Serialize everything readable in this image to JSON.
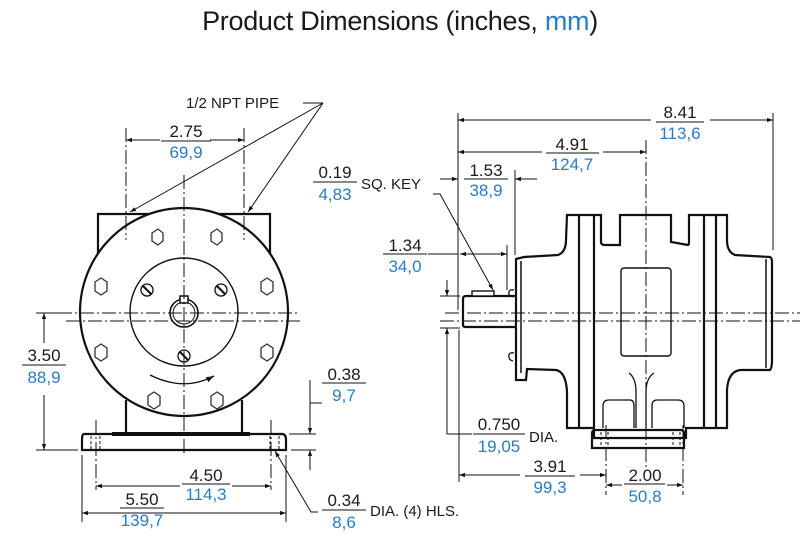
{
  "title": {
    "main": "Product Dimensions (inches, ",
    "unit": "mm",
    "close": ")"
  },
  "front_view": {
    "pipe_label": "1/2 NPT PIPE",
    "dims": {
      "pipe_spacing": {
        "in": "2.75",
        "mm": "69,9"
      },
      "shaft_height": {
        "in": "3.50",
        "mm": "88,9"
      },
      "base_thickness": {
        "in": "0.38",
        "mm": "9,7"
      },
      "hole_spacing": {
        "in": "4.50",
        "mm": "114,3"
      },
      "base_width": {
        "in": "5.50",
        "mm": "139,7"
      },
      "hole_dia": {
        "in": "0.34",
        "mm": "8,6",
        "note": "DIA. (4) HLS."
      }
    }
  },
  "side_view": {
    "dims": {
      "key": {
        "in": "0.19",
        "mm": "4,83",
        "note": "SQ. KEY"
      },
      "overall_length": {
        "in": "8.41",
        "mm": "113,6"
      },
      "to_center": {
        "in": "4.91",
        "mm": "124,7"
      },
      "shaft_extension": {
        "in": "1.53",
        "mm": "38,9"
      },
      "key_length": {
        "in": "1.34",
        "mm": "34,0"
      },
      "shaft_dia": {
        "in": "0.750",
        "mm": "19,05",
        "note": "DIA."
      },
      "shaft_to_hole": {
        "in": "3.91",
        "mm": "99,3"
      },
      "hole_spacing": {
        "in": "2.00",
        "mm": "50,8"
      }
    }
  }
}
